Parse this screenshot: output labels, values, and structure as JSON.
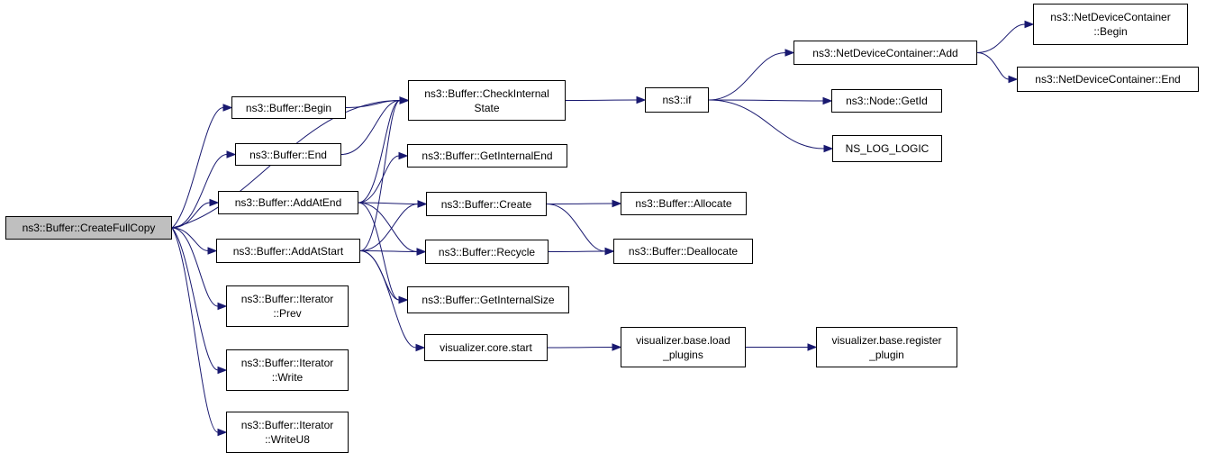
{
  "colors": {
    "edge": "#191970",
    "root_fill": "#bfbfbf",
    "node_fill": "#ffffff",
    "node_border": "#000000"
  },
  "nodes": {
    "create_full_copy": {
      "lines": [
        "ns3::Buffer::CreateFullCopy"
      ]
    },
    "begin": {
      "lines": [
        "ns3::Buffer::Begin"
      ]
    },
    "end": {
      "lines": [
        "ns3::Buffer::End"
      ]
    },
    "add_at_end": {
      "lines": [
        "ns3::Buffer::AddAtEnd"
      ]
    },
    "add_at_start": {
      "lines": [
        "ns3::Buffer::AddAtStart"
      ]
    },
    "iterator_prev": {
      "lines": [
        "ns3::Buffer::Iterator",
        "::Prev"
      ]
    },
    "iterator_write": {
      "lines": [
        "ns3::Buffer::Iterator",
        "::Write"
      ]
    },
    "iterator_write_u8": {
      "lines": [
        "ns3::Buffer::Iterator",
        "::WriteU8"
      ]
    },
    "check_internal_state": {
      "lines": [
        "ns3::Buffer::CheckInternal",
        "State"
      ]
    },
    "get_internal_end": {
      "lines": [
        "ns3::Buffer::GetInternalEnd"
      ]
    },
    "create": {
      "lines": [
        "ns3::Buffer::Create"
      ]
    },
    "recycle": {
      "lines": [
        "ns3::Buffer::Recycle"
      ]
    },
    "get_internal_size": {
      "lines": [
        "ns3::Buffer::GetInternalSize"
      ]
    },
    "visualizer_core_start": {
      "lines": [
        "visualizer.core.start"
      ]
    },
    "ns3_if": {
      "lines": [
        "ns3::if"
      ]
    },
    "allocate": {
      "lines": [
        "ns3::Buffer::Allocate"
      ]
    },
    "deallocate": {
      "lines": [
        "ns3::Buffer::Deallocate"
      ]
    },
    "load_plugins": {
      "lines": [
        "visualizer.base.load",
        "_plugins"
      ]
    },
    "netdevice_add": {
      "lines": [
        "ns3::NetDeviceContainer::Add"
      ]
    },
    "node_getid": {
      "lines": [
        "ns3::Node::GetId"
      ]
    },
    "ns_log_logic": {
      "lines": [
        "NS_LOG_LOGIC"
      ]
    },
    "register_plugin": {
      "lines": [
        "visualizer.base.register",
        "_plugin"
      ]
    },
    "netdevice_begin": {
      "lines": [
        "ns3::NetDeviceContainer",
        "::Begin"
      ]
    },
    "netdevice_end": {
      "lines": [
        "ns3::NetDeviceContainer::End"
      ]
    }
  },
  "edges": [
    {
      "from": "create_full_copy",
      "to": "check_internal_state"
    },
    {
      "from": "create_full_copy",
      "to": "begin"
    },
    {
      "from": "create_full_copy",
      "to": "end"
    },
    {
      "from": "create_full_copy",
      "to": "add_at_end"
    },
    {
      "from": "create_full_copy",
      "to": "add_at_start"
    },
    {
      "from": "create_full_copy",
      "to": "iterator_prev"
    },
    {
      "from": "create_full_copy",
      "to": "iterator_write"
    },
    {
      "from": "create_full_copy",
      "to": "iterator_write_u8"
    },
    {
      "from": "begin",
      "to": "check_internal_state"
    },
    {
      "from": "end",
      "to": "check_internal_state"
    },
    {
      "from": "add_at_end",
      "to": "check_internal_state"
    },
    {
      "from": "add_at_end",
      "to": "get_internal_end"
    },
    {
      "from": "add_at_end",
      "to": "create"
    },
    {
      "from": "add_at_end",
      "to": "recycle"
    },
    {
      "from": "add_at_end",
      "to": "get_internal_size"
    },
    {
      "from": "add_at_start",
      "to": "check_internal_state"
    },
    {
      "from": "add_at_start",
      "to": "create"
    },
    {
      "from": "add_at_start",
      "to": "recycle"
    },
    {
      "from": "add_at_start",
      "to": "get_internal_size"
    },
    {
      "from": "add_at_start",
      "to": "visualizer_core_start"
    },
    {
      "from": "check_internal_state",
      "to": "ns3_if"
    },
    {
      "from": "create",
      "to": "allocate"
    },
    {
      "from": "create",
      "to": "deallocate"
    },
    {
      "from": "recycle",
      "to": "deallocate"
    },
    {
      "from": "visualizer_core_start",
      "to": "load_plugins"
    },
    {
      "from": "load_plugins",
      "to": "register_plugin"
    },
    {
      "from": "ns3_if",
      "to": "netdevice_add"
    },
    {
      "from": "ns3_if",
      "to": "node_getid"
    },
    {
      "from": "ns3_if",
      "to": "ns_log_logic"
    },
    {
      "from": "netdevice_add",
      "to": "netdevice_begin"
    },
    {
      "from": "netdevice_add",
      "to": "netdevice_end"
    }
  ]
}
